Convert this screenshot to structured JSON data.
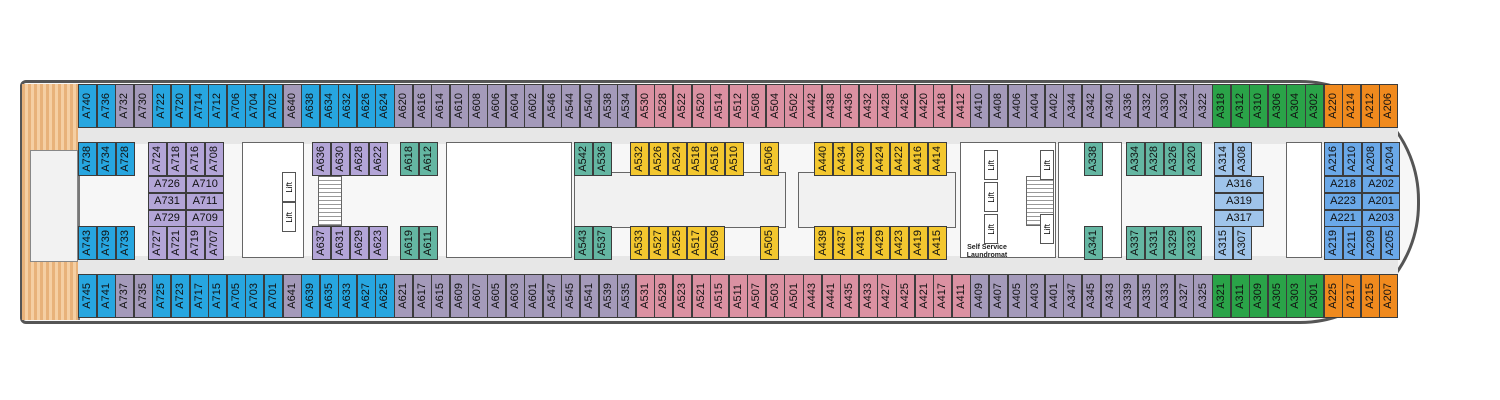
{
  "colors": {
    "blue": "#27a6e0",
    "grey": "#a49aba",
    "pink": "#db91a2",
    "green": "#2aa348",
    "orange": "#f08a1e",
    "lavender": "#b3a5d7",
    "teal": "#64b6a2",
    "yellow": "#f3c72f",
    "light_blue": "#9fc4ea",
    "sky": "#6aa8e8"
  },
  "top_row": [
    [
      "A740",
      "blue"
    ],
    [
      "A736",
      "blue"
    ],
    [
      "A732",
      "grey"
    ],
    [
      "A730",
      "grey"
    ],
    [
      "A722",
      "blue"
    ],
    [
      "A720",
      "blue"
    ],
    [
      "A714",
      "blue"
    ],
    [
      "A712",
      "blue"
    ],
    [
      "A706",
      "blue"
    ],
    [
      "A704",
      "blue"
    ],
    [
      "A702",
      "blue"
    ],
    [
      "A640",
      "grey"
    ],
    [
      "A638",
      "blue"
    ],
    [
      "A634",
      "blue"
    ],
    [
      "A632",
      "blue"
    ],
    [
      "A626",
      "blue"
    ],
    [
      "A624",
      "blue"
    ],
    [
      "A620",
      "grey"
    ],
    [
      "A616",
      "grey"
    ],
    [
      "A614",
      "grey"
    ],
    [
      "A610",
      "grey"
    ],
    [
      "A608",
      "grey"
    ],
    [
      "A606",
      "grey"
    ],
    [
      "A604",
      "grey"
    ],
    [
      "A602",
      "grey"
    ],
    [
      "A546",
      "grey"
    ],
    [
      "A544",
      "grey"
    ],
    [
      "A540",
      "grey"
    ],
    [
      "A538",
      "grey"
    ],
    [
      "A534",
      "grey"
    ],
    [
      "A530",
      "pink"
    ],
    [
      "A528",
      "pink"
    ],
    [
      "A522",
      "pink"
    ],
    [
      "A520",
      "pink"
    ],
    [
      "A514",
      "pink"
    ],
    [
      "A512",
      "pink"
    ],
    [
      "A508",
      "pink"
    ],
    [
      "A504",
      "pink"
    ],
    [
      "A502",
      "pink"
    ],
    [
      "A442",
      "pink"
    ],
    [
      "A438",
      "pink"
    ],
    [
      "A436",
      "pink"
    ],
    [
      "A432",
      "pink"
    ],
    [
      "A428",
      "pink"
    ],
    [
      "A426",
      "pink"
    ],
    [
      "A420",
      "pink"
    ],
    [
      "A418",
      "pink"
    ],
    [
      "A412",
      "pink"
    ],
    [
      "A410",
      "grey"
    ],
    [
      "A408",
      "grey"
    ],
    [
      "A406",
      "grey"
    ],
    [
      "A404",
      "grey"
    ],
    [
      "A402",
      "grey"
    ],
    [
      "A344",
      "grey"
    ],
    [
      "A342",
      "grey"
    ],
    [
      "A340",
      "grey"
    ],
    [
      "A336",
      "grey"
    ],
    [
      "A332",
      "grey"
    ],
    [
      "A330",
      "grey"
    ],
    [
      "A324",
      "grey"
    ],
    [
      "A322",
      "grey"
    ],
    [
      "A318",
      "green"
    ],
    [
      "A312",
      "green"
    ],
    [
      "A310",
      "green"
    ],
    [
      "A306",
      "green"
    ],
    [
      "A304",
      "green"
    ],
    [
      "A302",
      "green"
    ],
    [
      "A220",
      "orange"
    ],
    [
      "A214",
      "orange"
    ],
    [
      "A212",
      "orange"
    ],
    [
      "A206",
      "orange"
    ]
  ],
  "bottom_row": [
    [
      "A745",
      "blue"
    ],
    [
      "A741",
      "blue"
    ],
    [
      "A737",
      "grey"
    ],
    [
      "A735",
      "grey"
    ],
    [
      "A725",
      "blue"
    ],
    [
      "A723",
      "blue"
    ],
    [
      "A717",
      "blue"
    ],
    [
      "A715",
      "blue"
    ],
    [
      "A705",
      "blue"
    ],
    [
      "A703",
      "blue"
    ],
    [
      "A701",
      "blue"
    ],
    [
      "A641",
      "grey"
    ],
    [
      "A639",
      "blue"
    ],
    [
      "A635",
      "blue"
    ],
    [
      "A633",
      "blue"
    ],
    [
      "A627",
      "blue"
    ],
    [
      "A625",
      "blue"
    ],
    [
      "A621",
      "grey"
    ],
    [
      "A617",
      "grey"
    ],
    [
      "A615",
      "grey"
    ],
    [
      "A609",
      "grey"
    ],
    [
      "A607",
      "grey"
    ],
    [
      "A605",
      "grey"
    ],
    [
      "A603",
      "grey"
    ],
    [
      "A601",
      "grey"
    ],
    [
      "A547",
      "grey"
    ],
    [
      "A545",
      "grey"
    ],
    [
      "A541",
      "grey"
    ],
    [
      "A539",
      "grey"
    ],
    [
      "A535",
      "grey"
    ],
    [
      "A531",
      "pink"
    ],
    [
      "A529",
      "pink"
    ],
    [
      "A523",
      "pink"
    ],
    [
      "A521",
      "pink"
    ],
    [
      "A515",
      "pink"
    ],
    [
      "A511",
      "pink"
    ],
    [
      "A507",
      "pink"
    ],
    [
      "A503",
      "pink"
    ],
    [
      "A501",
      "pink"
    ],
    [
      "A443",
      "pink"
    ],
    [
      "A441",
      "pink"
    ],
    [
      "A435",
      "pink"
    ],
    [
      "A433",
      "pink"
    ],
    [
      "A427",
      "pink"
    ],
    [
      "A425",
      "pink"
    ],
    [
      "A421",
      "pink"
    ],
    [
      "A417",
      "pink"
    ],
    [
      "A411",
      "pink"
    ],
    [
      "A409",
      "grey"
    ],
    [
      "A407",
      "grey"
    ],
    [
      "A405",
      "grey"
    ],
    [
      "A403",
      "grey"
    ],
    [
      "A401",
      "grey"
    ],
    [
      "A347",
      "grey"
    ],
    [
      "A345",
      "grey"
    ],
    [
      "A343",
      "grey"
    ],
    [
      "A339",
      "grey"
    ],
    [
      "A335",
      "grey"
    ],
    [
      "A333",
      "grey"
    ],
    [
      "A327",
      "grey"
    ],
    [
      "A325",
      "grey"
    ],
    [
      "A321",
      "green"
    ],
    [
      "A311",
      "green"
    ],
    [
      "A309",
      "green"
    ],
    [
      "A305",
      "green"
    ],
    [
      "A303",
      "green"
    ],
    [
      "A301",
      "green"
    ],
    [
      "A225",
      "orange"
    ],
    [
      "A217",
      "orange"
    ],
    [
      "A215",
      "orange"
    ],
    [
      "A207",
      "orange"
    ]
  ],
  "inner_top_groups": [
    {
      "cabins": [
        "A738",
        "A734",
        "A728"
      ],
      "color": "blue"
    },
    {
      "cabins": [
        "A724",
        "A718",
        "A716",
        "A708"
      ],
      "color": "lavender"
    },
    {
      "cabins": [
        "A636",
        "A630",
        "A628",
        "A622"
      ],
      "color": "lavender"
    },
    {
      "cabins": [
        "A618",
        "A612"
      ],
      "color": "teal"
    },
    {
      "cabins": [
        "A542",
        "A536"
      ],
      "color": "teal"
    },
    {
      "cabins": [
        "A532",
        "A526",
        "A524",
        "A518",
        "A516",
        "A510"
      ],
      "color": "yellow"
    },
    {
      "cabins": [
        "A506"
      ],
      "color": "yellow"
    },
    {
      "cabins": [
        "A440",
        "A434",
        "A430",
        "A424",
        "A422",
        "A416",
        "A414"
      ],
      "color": "yellow"
    },
    {
      "cabins": [
        "A338"
      ],
      "color": "teal"
    },
    {
      "cabins": [
        "A334",
        "A328",
        "A326",
        "A320"
      ],
      "color": "teal"
    },
    {
      "cabins": [
        "A314",
        "A308"
      ],
      "color": "light_blue"
    },
    {
      "cabins": [
        "A216",
        "A210",
        "A208",
        "A204"
      ],
      "color": "sky"
    }
  ],
  "inner_bottom_groups": [
    {
      "cabins": [
        "A743",
        "A739",
        "A733"
      ],
      "color": "blue"
    },
    {
      "cabins": [
        "A727",
        "A721",
        "A719",
        "A707"
      ],
      "color": "lavender"
    },
    {
      "cabins": [
        "A637",
        "A631",
        "A629",
        "A623"
      ],
      "color": "lavender"
    },
    {
      "cabins": [
        "A619",
        "A611"
      ],
      "color": "teal"
    },
    {
      "cabins": [
        "A543",
        "A537"
      ],
      "color": "teal"
    },
    {
      "cabins": [
        "A533",
        "A527",
        "A525",
        "A517",
        "A509"
      ],
      "color": "yellow"
    },
    {
      "cabins": [
        "A505"
      ],
      "color": "yellow"
    },
    {
      "cabins": [
        "A439",
        "A437",
        "A431",
        "A429",
        "A423",
        "A419",
        "A415"
      ],
      "color": "yellow"
    },
    {
      "cabins": [
        "A341"
      ],
      "color": "teal"
    },
    {
      "cabins": [
        "A337",
        "A331",
        "A329",
        "A323"
      ],
      "color": "teal"
    },
    {
      "cabins": [
        "A315",
        "A307"
      ],
      "color": "light_blue"
    },
    {
      "cabins": [
        "A219",
        "A211",
        "A209",
        "A205"
      ],
      "color": "sky"
    }
  ],
  "suite_grids": [
    {
      "rows": [
        [
          "A726",
          "A710"
        ],
        [
          "A731",
          "A711"
        ],
        [
          "A729",
          "A709"
        ]
      ],
      "color": "lavender"
    },
    {
      "rows": [
        [
          "A316"
        ],
        [
          "A319"
        ],
        [
          "A317"
        ]
      ],
      "color": "light_blue"
    },
    {
      "rows": [
        [
          "A218",
          "A202"
        ],
        [
          "A223",
          "A201"
        ],
        [
          "A221",
          "A203"
        ]
      ],
      "color": "sky"
    }
  ],
  "facilities": {
    "lift": "Lift",
    "laundromat": "Self Service Laundromat"
  }
}
